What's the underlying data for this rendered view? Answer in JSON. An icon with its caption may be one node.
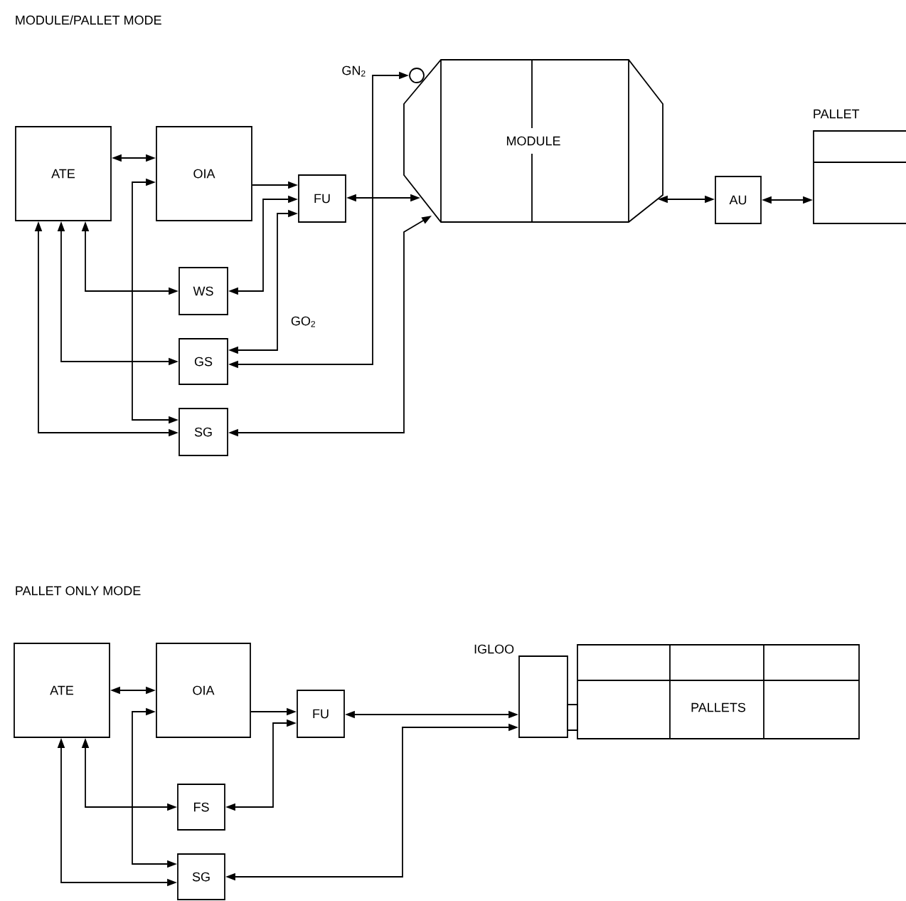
{
  "diagram": {
    "nodes": [
      {
        "text": [
          "ATE"
        ]
      },
      {
        "text": [
          "OIA"
        ]
      },
      {
        "text": [
          "FU"
        ]
      },
      {
        "text": [
          "WS"
        ]
      },
      {
        "text": [
          "GS"
        ]
      },
      {
        "text": [
          "SG"
        ]
      },
      {
        "text": [],
        "shape": "circle"
      },
      {
        "text": [
          "MODULE"
        ]
      },
      {
        "text": [
          "AU"
        ]
      },
      {
        "text": [
          "PALLET"
        ]
      },
      {
        "text": [
          "ATE"
        ]
      },
      {
        "text": [
          "OIA"
        ]
      },
      {
        "text": [
          "FU"
        ]
      },
      {
        "text": [
          "FS"
        ]
      },
      {
        "text": [
          "SG"
        ]
      },
      {
        "text": [
          "IGLOO"
        ]
      },
      {
        "text": [
          "PALLETS"
        ]
      }
    ],
    "edges": [
      {
        "from": 0,
        "to": 1,
        "arrow": "both"
      },
      {
        "from": 1,
        "to": 2,
        "arrow": "to"
      },
      {
        "from": 2,
        "to": 7,
        "arrow": "both"
      },
      {
        "from": 0,
        "to": 3,
        "arrow": "both"
      },
      {
        "from": 0,
        "to": 4,
        "arrow": "both"
      },
      {
        "from": 0,
        "to": 5,
        "arrow": "both"
      },
      {
        "from": 1,
        "to": 5,
        "arrow": "both"
      },
      {
        "from": 3,
        "to": 2,
        "arrow": "both"
      },
      {
        "from": 4,
        "to": 2,
        "arrow": "both",
        "label": "GO$_{2}$"
      },
      {
        "from": 4,
        "to": 6,
        "arrow": "both",
        "label": "GN$_{2}$"
      },
      {
        "from": 5,
        "to": 7,
        "arrow": "both"
      },
      {
        "from": 7,
        "to": 8,
        "arrow": "both"
      },
      {
        "from": 8,
        "to": 9,
        "arrow": "both"
      },
      {
        "from": 10,
        "to": 11,
        "arrow": "both"
      },
      {
        "from": 11,
        "to": 12,
        "arrow": "to"
      },
      {
        "from": 10,
        "to": 13,
        "arrow": "both"
      },
      {
        "from": 10,
        "to": 14,
        "arrow": "both"
      },
      {
        "from": 11,
        "to": 14,
        "arrow": "both"
      },
      {
        "from": 13,
        "to": 12,
        "arrow": "both"
      },
      {
        "from": 12,
        "to": 15,
        "arrow": "both"
      },
      {
        "from": 14,
        "to": 15,
        "arrow": "both"
      }
    ],
    "labels": [
      "MODULE/PALLET MODE",
      "PALLET ONLY MODE"
    ]
  }
}
